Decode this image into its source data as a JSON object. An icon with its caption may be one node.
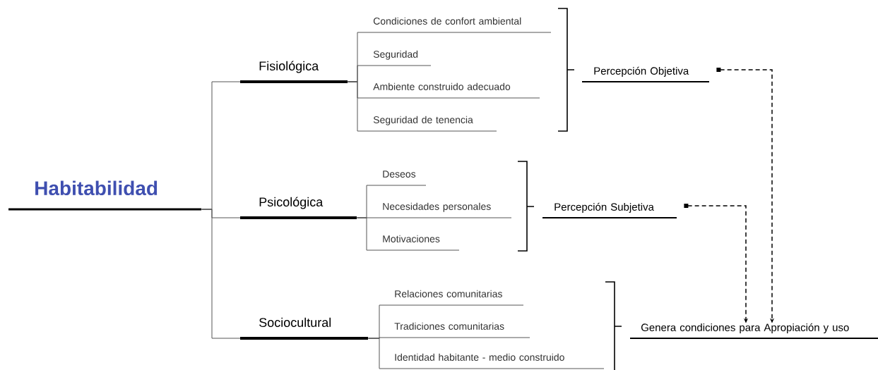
{
  "diagram": {
    "nodes": [
      {
        "text": [
          "Habitabilidad"
        ]
      },
      {
        "text": [
          "Fisiológica"
        ]
      },
      {
        "text": [
          "Condiciones de confort ambiental"
        ]
      },
      {
        "text": [
          "Seguridad"
        ]
      },
      {
        "text": [
          "Ambiente construido adecuado"
        ]
      },
      {
        "text": [
          "Seguridad de tenencia"
        ]
      },
      {
        "text": [
          "Psicológica"
        ]
      },
      {
        "text": [
          "Deseos"
        ]
      },
      {
        "text": [
          "Necesidades personales"
        ]
      },
      {
        "text": [
          "Motivaciones"
        ]
      },
      {
        "text": [
          "Sociocultural"
        ]
      },
      {
        "text": [
          "Relaciones comunitarias"
        ]
      },
      {
        "text": [
          "Tradiciones comunitarias"
        ]
      },
      {
        "text": [
          "Identidad habitante - medio construido"
        ]
      },
      {
        "text": [
          "Percepción Objetiva"
        ]
      },
      {
        "text": [
          "Percepción Subjetiva"
        ]
      },
      {
        "text": [
          "Genera condiciones para Apropiación y uso"
        ]
      }
    ],
    "edges": [
      {
        "from": 0,
        "to": 1,
        "arrow": "none"
      },
      {
        "from": 0,
        "to": 6,
        "arrow": "none"
      },
      {
        "from": 0,
        "to": 10,
        "arrow": "none"
      },
      {
        "from": 1,
        "to": 2,
        "arrow": "none"
      },
      {
        "from": 1,
        "to": 3,
        "arrow": "none"
      },
      {
        "from": 1,
        "to": 4,
        "arrow": "none"
      },
      {
        "from": 1,
        "to": 5,
        "arrow": "none"
      },
      {
        "from": 6,
        "to": 7,
        "arrow": "none"
      },
      {
        "from": 6,
        "to": 8,
        "arrow": "none"
      },
      {
        "from": 6,
        "to": 9,
        "arrow": "none"
      },
      {
        "from": 10,
        "to": 11,
        "arrow": "none"
      },
      {
        "from": 10,
        "to": 12,
        "arrow": "none"
      },
      {
        "from": 10,
        "to": 13,
        "arrow": "none"
      },
      {
        "from": 14,
        "to": 16,
        "arrow": "to",
        "style": "dashed"
      },
      {
        "from": 15,
        "to": 16,
        "arrow": "to",
        "style": "dashed"
      }
    ]
  }
}
